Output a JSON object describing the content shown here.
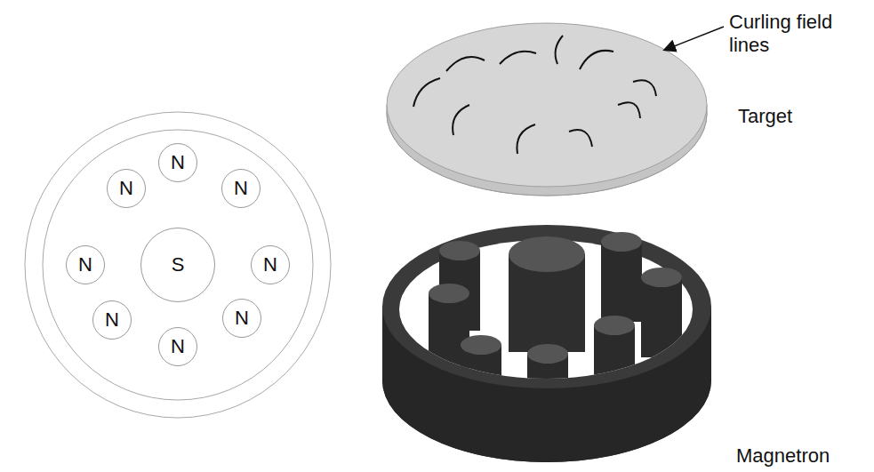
{
  "diagram": {
    "nodes": [
      {
        "text": [
          "N"
        ]
      },
      {
        "text": [
          "N"
        ]
      },
      {
        "text": [
          "N"
        ]
      },
      {
        "text": [
          "N"
        ]
      },
      {
        "text": [
          "S"
        ]
      },
      {
        "text": [
          "N"
        ]
      },
      {
        "text": [
          "N"
        ]
      },
      {
        "text": [
          "N"
        ]
      },
      {
        "text": [
          "N"
        ]
      }
    ],
    "labels": [
      "Curling field lines",
      "Target",
      "Magnetron"
    ]
  }
}
